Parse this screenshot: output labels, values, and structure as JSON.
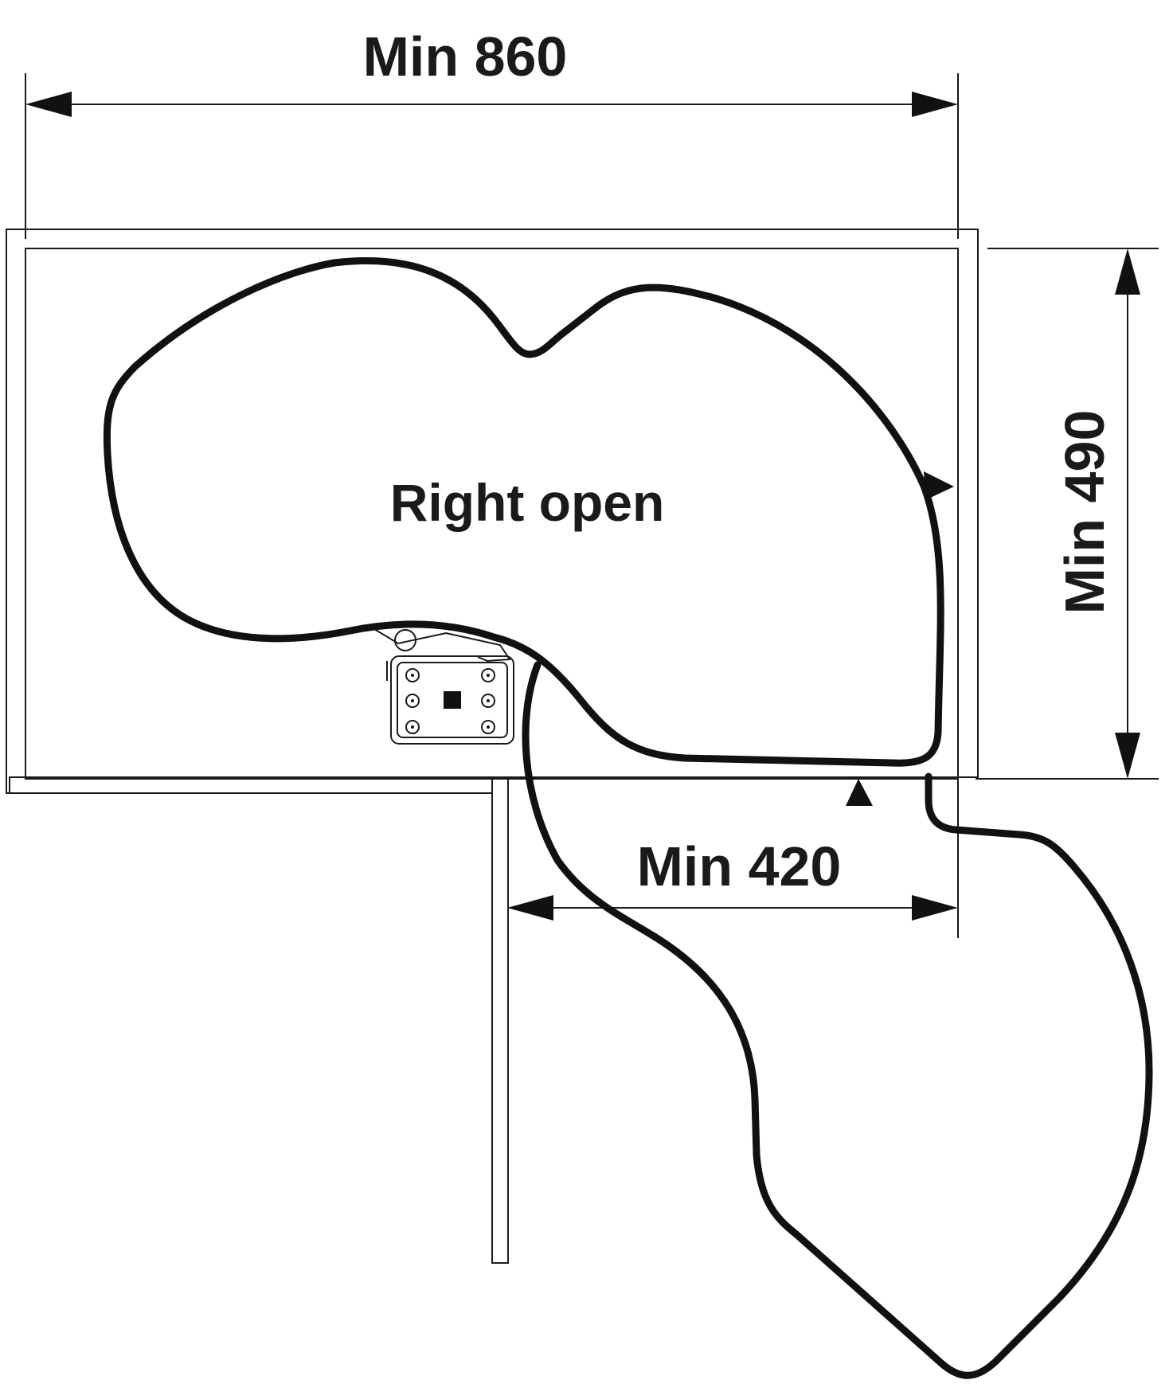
{
  "labels": {
    "width_dimension": "Min 860",
    "depth_dimension": "Min 490",
    "opening_dimension": "Min 420",
    "orientation": "Right open"
  },
  "colors": {
    "line": "#111111",
    "background": "#ffffff"
  }
}
